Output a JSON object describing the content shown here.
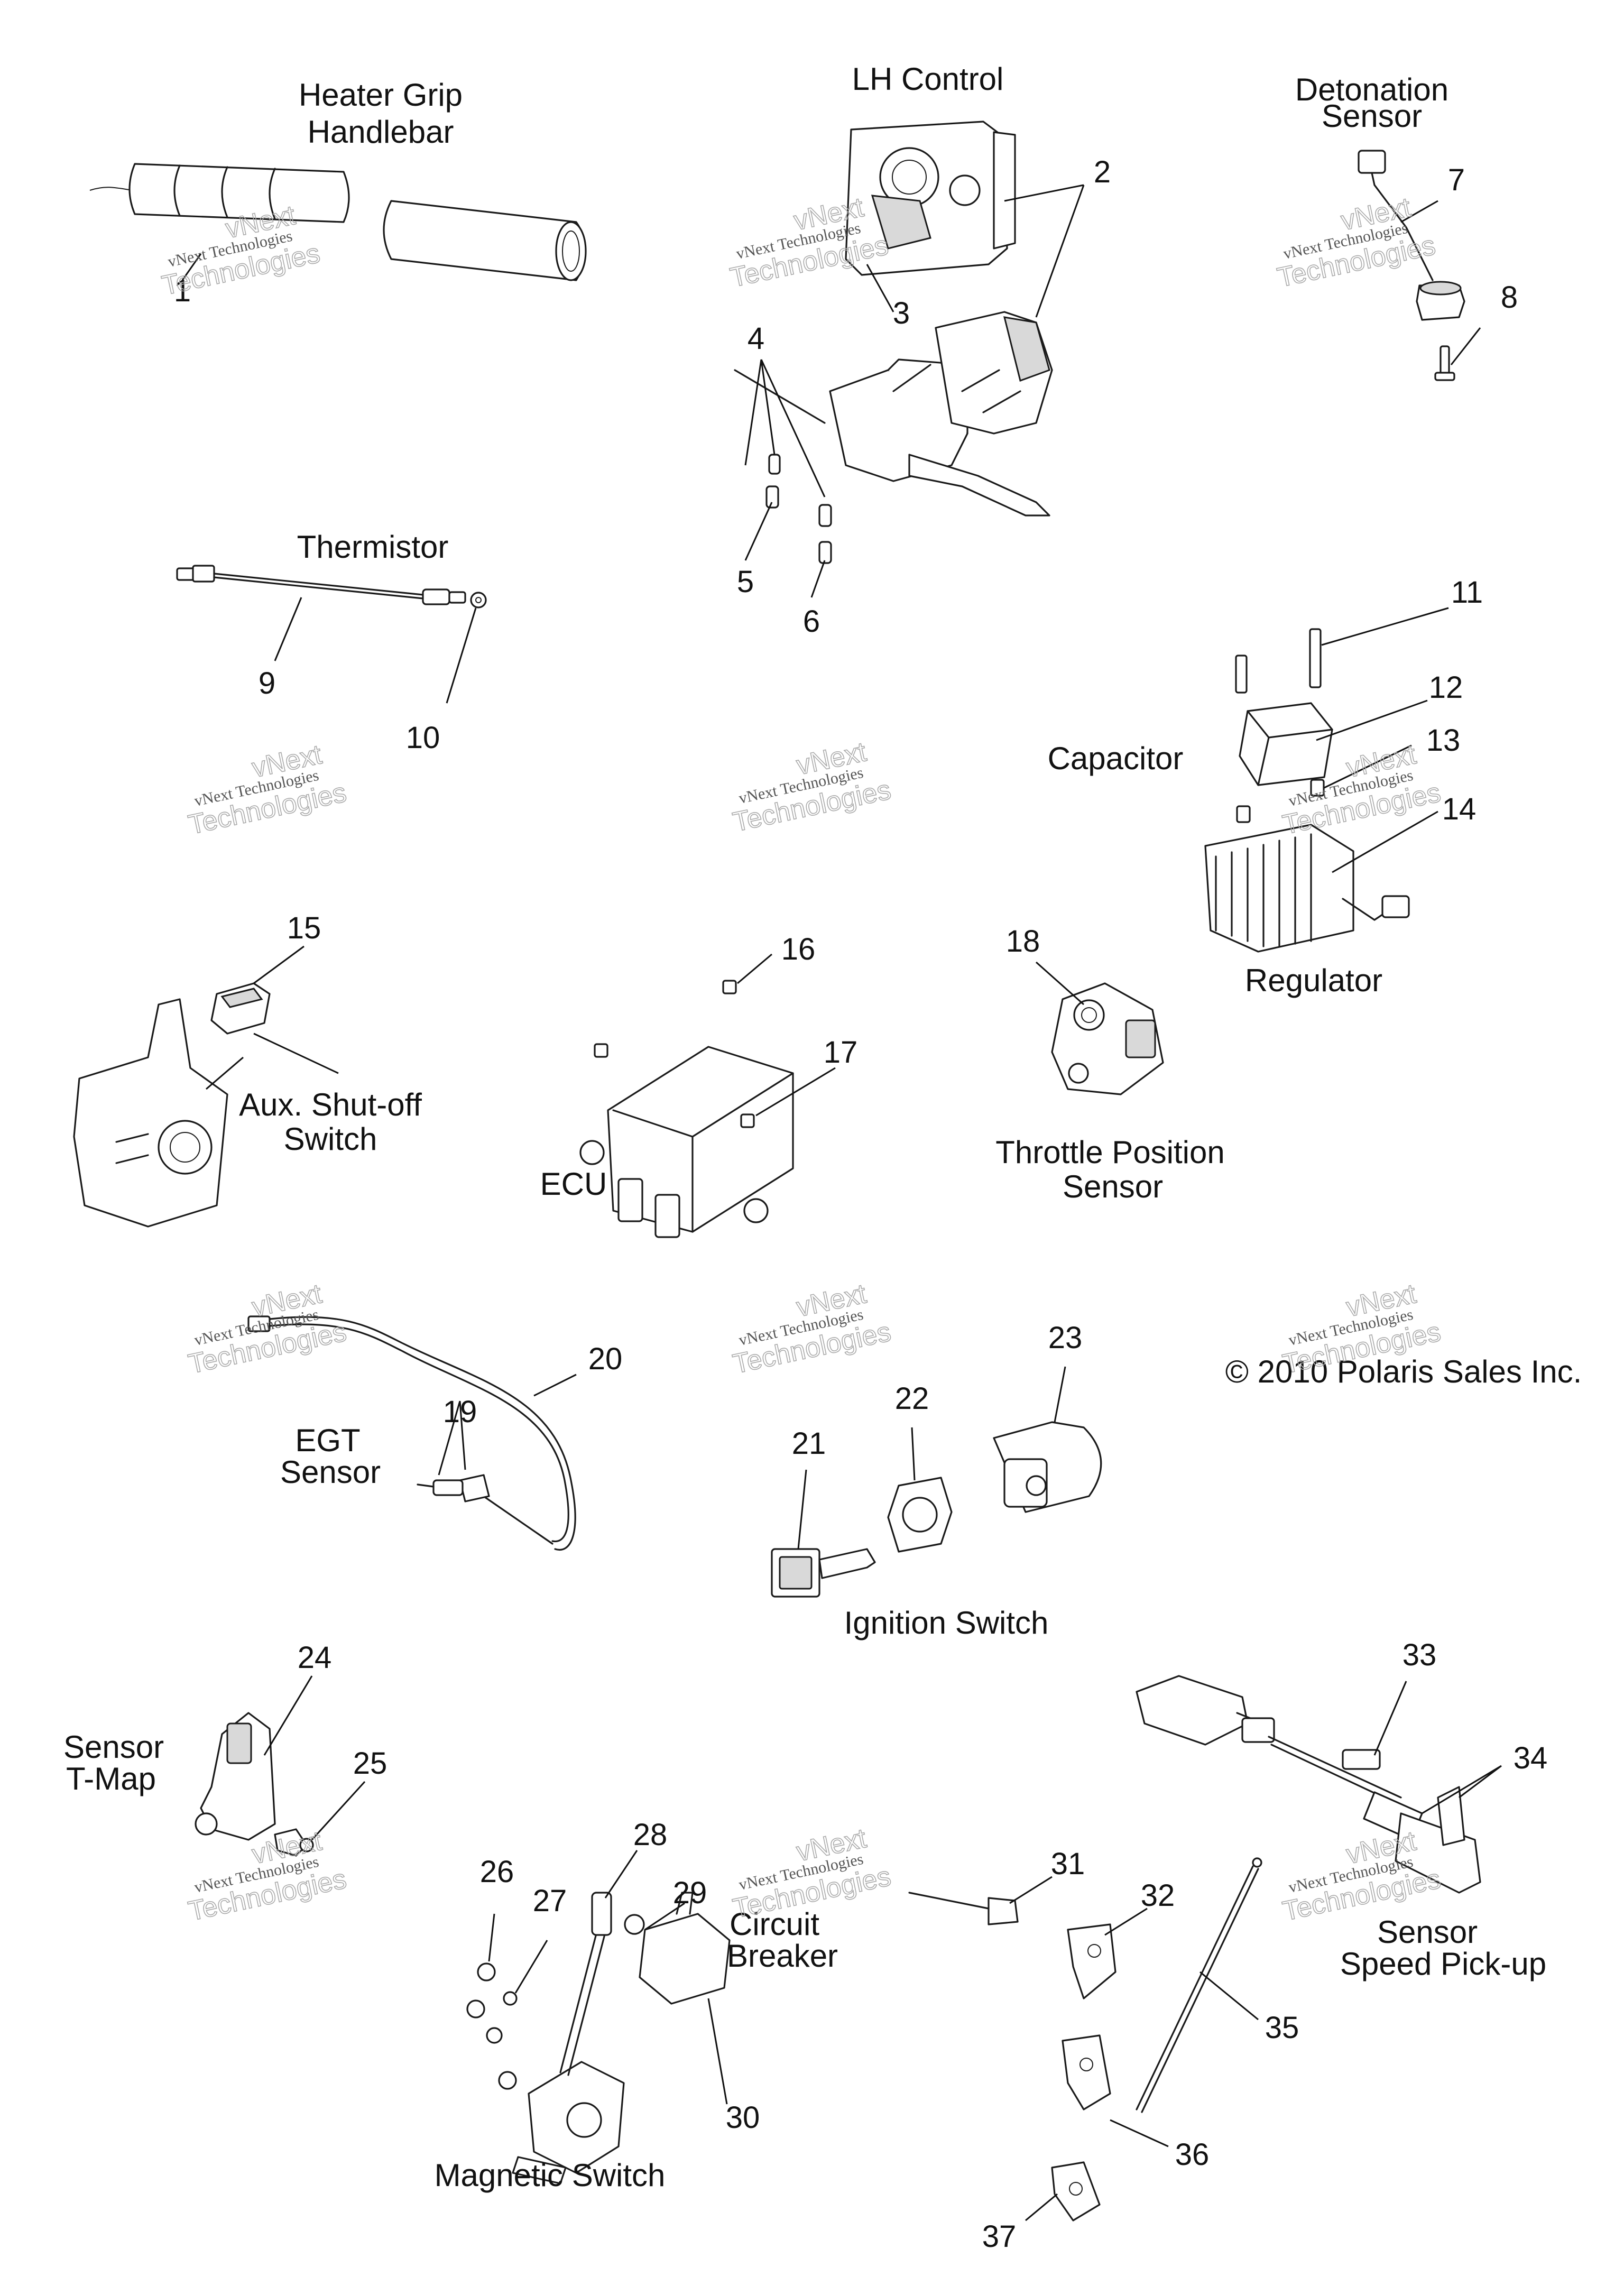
{
  "labels": {
    "heater_grip": [
      "Heater Grip",
      "Handlebar"
    ],
    "lh_control": [
      "LH Control"
    ],
    "detonation_sensor": [
      "Detonation",
      "Sensor"
    ],
    "thermistor": [
      "Thermistor"
    ],
    "capacitor": [
      "Capacitor"
    ],
    "regulator": [
      "Regulator"
    ],
    "aux_shutoff": [
      "Aux. Shut-off",
      "Switch"
    ],
    "ecu": [
      "ECU"
    ],
    "throttle_position": [
      "Throttle Position",
      "Sensor"
    ],
    "copyright": [
      "© 2010 Polaris Sales Inc."
    ],
    "egt_sensor": [
      "EGT",
      "Sensor"
    ],
    "ignition_switch": [
      "Ignition Switch"
    ],
    "sensor_tmap": [
      "Sensor",
      "T-Map"
    ],
    "circuit_breaker": [
      "Circuit",
      "Breaker"
    ],
    "sensor_speed": [
      "Sensor",
      "Speed Pick-up"
    ],
    "magnetic_switch": [
      "Magnetic Switch"
    ]
  },
  "part_numbers": [
    "1",
    "2",
    "3",
    "4",
    "5",
    "6",
    "7",
    "8",
    "9",
    "10",
    "11",
    "12",
    "13",
    "14",
    "15",
    "16",
    "17",
    "18",
    "19",
    "20",
    "21",
    "22",
    "23",
    "24",
    "25",
    "26",
    "27",
    "28",
    "29",
    "30",
    "31",
    "32",
    "33",
    "34",
    "35",
    "36",
    "37"
  ],
  "watermark": {
    "line1": "vNext Technologies",
    "line2": "vNext",
    "line3": "Technologies"
  }
}
